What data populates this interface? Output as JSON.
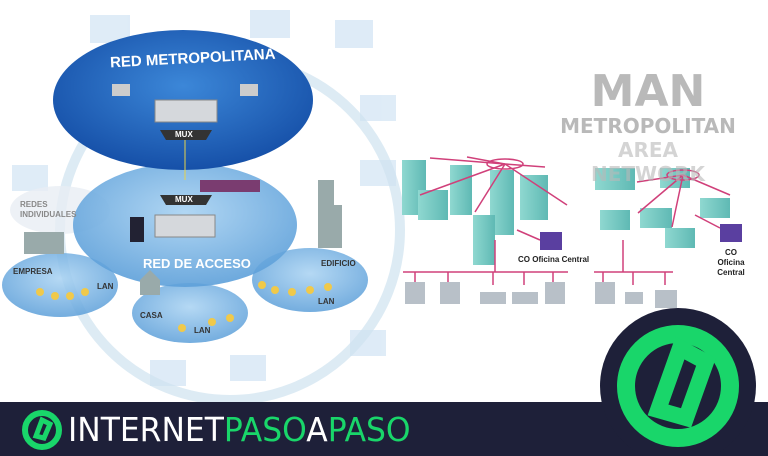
{
  "left_diagram": {
    "metro_network_label": "RED METROPOLITANA",
    "access_network_label": "RED DE ACCESO",
    "mux_label": "MUX",
    "individual_networks_label": "REDES INDIVIDUALES",
    "nodes": [
      {
        "label": "EMPRESA",
        "lan_label": "LAN"
      },
      {
        "label": "CASA",
        "lan_label": "LAN"
      },
      {
        "label": "EDIFICIO",
        "lan_label": "LAN"
      }
    ]
  },
  "right_diagram": {
    "title_lines": [
      "MAN",
      "METROPOLITAN",
      "AREA",
      "NETWORK"
    ],
    "central_office_left": "CO Oficina Central",
    "central_office_right": [
      "CO",
      "Oficina",
      "Central"
    ]
  },
  "banner": {
    "brand_white_1": "INTERNET",
    "brand_green_1": "PASO",
    "brand_white_2": "A",
    "brand_green_2": "PASO"
  },
  "colors": {
    "banner_bg": "#1e2039",
    "brand_green": "#19d66a",
    "metro_blue": "#1f5fb8",
    "access_blue": "#7fb6e3",
    "link_pink": "#d0407a"
  }
}
